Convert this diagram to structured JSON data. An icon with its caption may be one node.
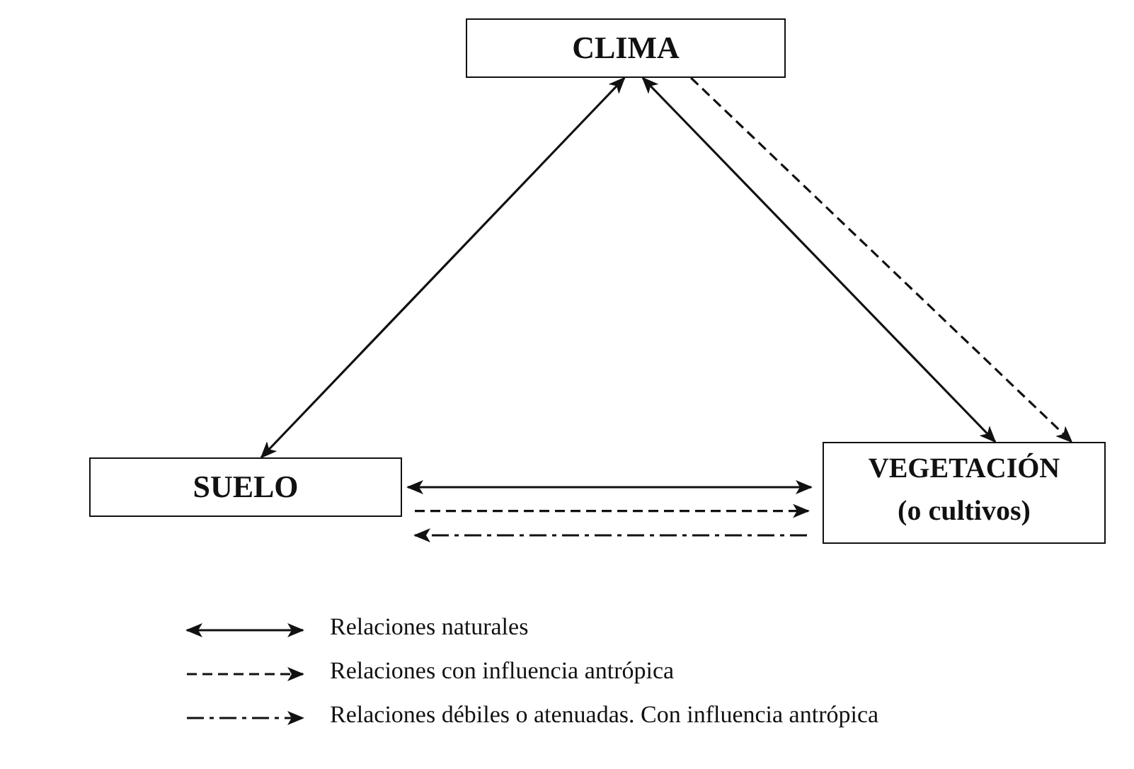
{
  "diagram": {
    "nodes": [
      {
        "text": [
          "CLIMA"
        ]
      },
      {
        "text": [
          "SUELO"
        ]
      },
      {
        "text": [
          "VEGETACIÓN",
          "(o cultivos)"
        ]
      }
    ],
    "edges": [
      {
        "from": 1,
        "to": 0,
        "arrow": "both"
      },
      {
        "from": 0,
        "to": 2,
        "arrow": "both"
      },
      {
        "from": 0,
        "to": 2,
        "arrow": "to",
        "style": "dashed"
      },
      {
        "from": 1,
        "to": 2,
        "arrow": "both"
      },
      {
        "from": 1,
        "to": 2,
        "arrow": "to",
        "style": "dashed"
      },
      {
        "from": 2,
        "to": 1,
        "arrow": "to",
        "style": "dashed"
      }
    ],
    "legend": [
      {
        "text": "Relaciones naturales"
      },
      {
        "text": "Relaciones con influencia antrópica"
      },
      {
        "text": "Relaciones débiles o atenuadas. Con influencia antrópica"
      }
    ]
  }
}
